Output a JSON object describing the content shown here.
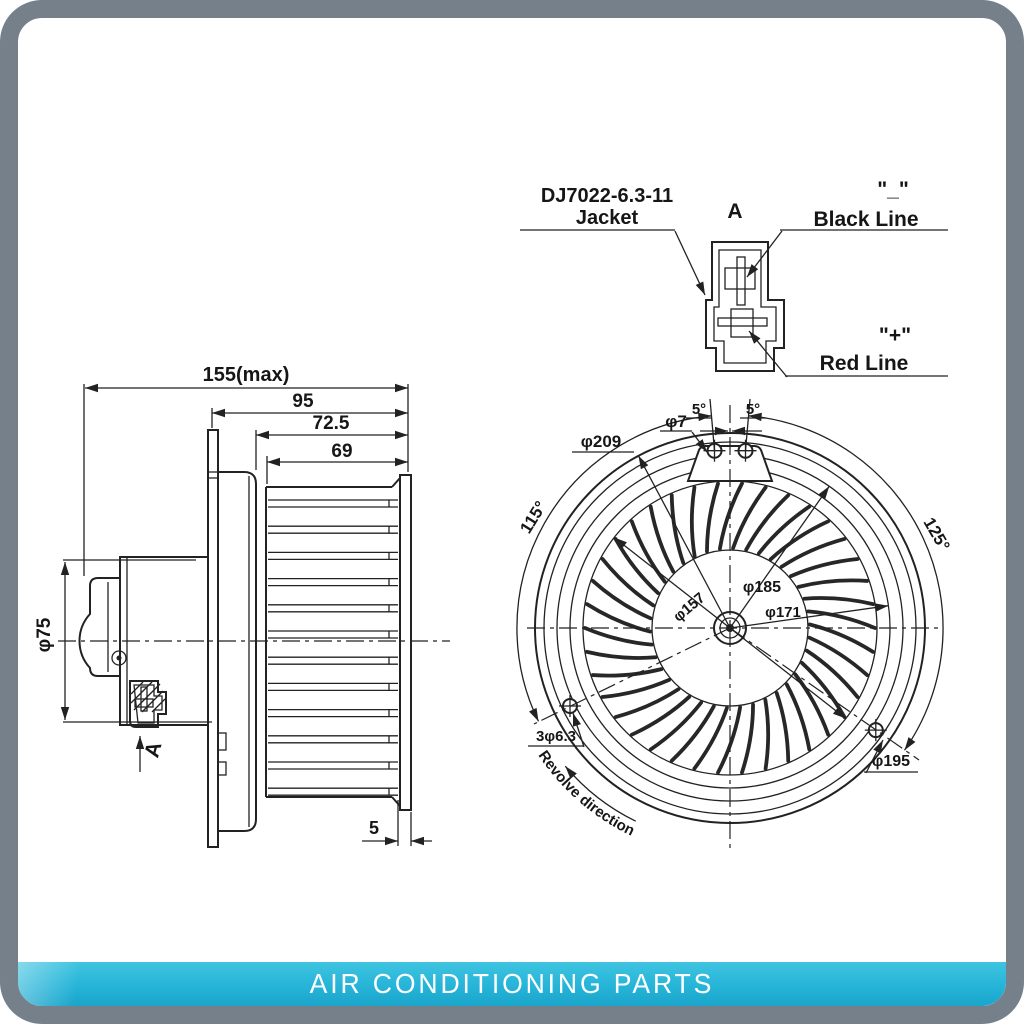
{
  "frame": {
    "border_color": "#75808a"
  },
  "banner": {
    "label": "AIR CONDITIONING PARTS",
    "bg_color": "#26b4d8",
    "text_color": "#ffffff"
  },
  "connector_detail": {
    "part_number": "DJ7022-6.3-11",
    "jacket_label": "Jacket",
    "view_label": "A",
    "negative_symbol": "\"_\"",
    "negative_wire": "Black Line",
    "positive_symbol": "\"+\"",
    "positive_wire": "Red Line"
  },
  "side_view": {
    "overall_length": "155(max)",
    "length_95": "95",
    "length_72_5": "72.5",
    "length_69": "69",
    "motor_diameter": "φ75",
    "flange_thickness": "5",
    "section_arrow_label": "A"
  },
  "front_view": {
    "outer_diameter": "φ209",
    "pilot_hole": "φ7",
    "angle_top_left": "5°",
    "angle_top_right": "5°",
    "angle_left": "115°",
    "angle_right": "125°",
    "dia_185": "φ185",
    "dia_171": "φ171",
    "dia_157": "φ157",
    "bolt_circle": "φ195",
    "mounting_holes": "3φ6.3",
    "revolve_label": "Revolve direction"
  }
}
